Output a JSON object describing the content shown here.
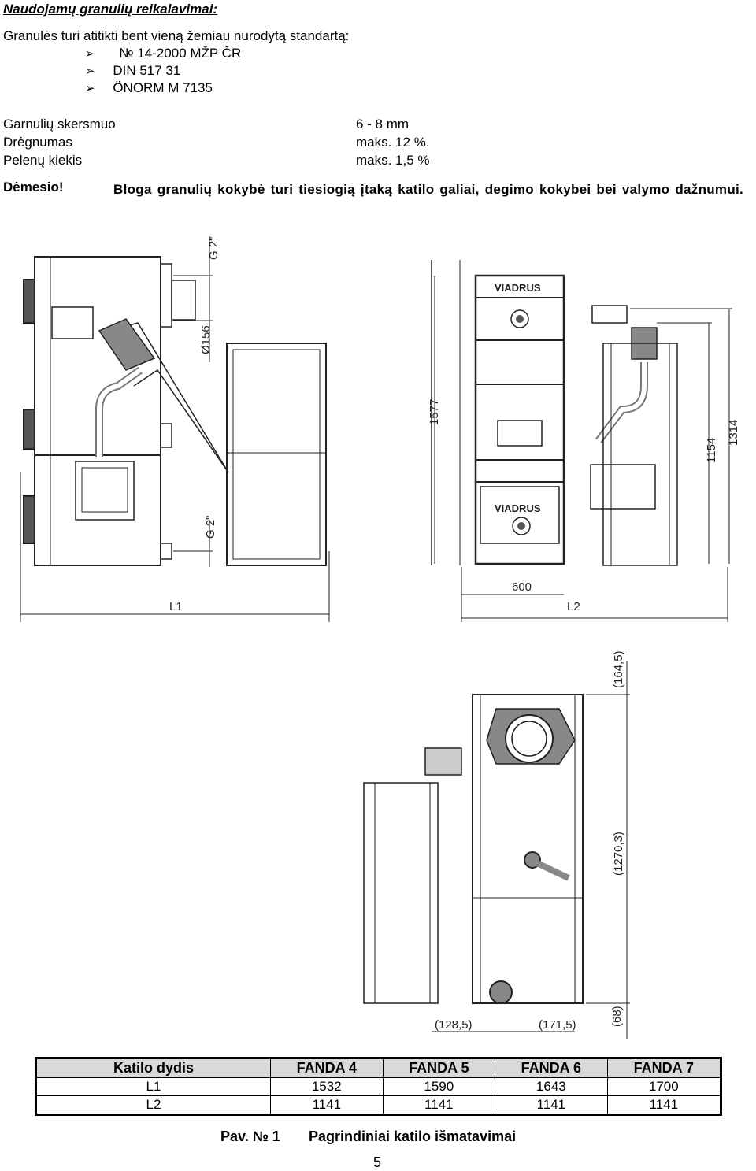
{
  "heading": "Naudojamų granulių reikalavimai:",
  "intro": "Granulės turi atitikti bent vieną žemiau nurodytą standartą:",
  "standards": [
    "№ 14-2000 MŽP ČR",
    "DIN 517 31",
    "ÖNORM M 7135"
  ],
  "properties": [
    {
      "name": "Garnulių skersmuo",
      "value": "6 - 8 mm"
    },
    {
      "name": "Drėgnumas",
      "value": "maks. 12 %."
    },
    {
      "name": "Pelenų kiekis",
      "value": "maks. 1,5 %"
    }
  ],
  "warning": {
    "label": "Dėmesio!",
    "text": "Bloga granulių kokybė turi tiesiogią įtaką katilo galiai, degimo kokybei bei valymo dažnumui."
  },
  "drawing": {
    "side": {
      "g_top": "G 2\"",
      "diameter": "Ø156",
      "g_bottom": "G 2\"",
      "l1": "L1"
    },
    "front": {
      "brand_top": "VIADRUS",
      "brand_bottom": "VIADRUS",
      "d_600": "600",
      "d_1577": "1577",
      "d_1154": "1154",
      "d_1314": "1314",
      "l2": "L2"
    },
    "top": {
      "d_164_5": "(164,5)",
      "d_1270_3": "(1270,3)",
      "d_128_5": "(128,5)",
      "d_171_5": "(171,5)",
      "d_68": "(68)"
    }
  },
  "table": {
    "headers": [
      "Katilo dydis",
      "FANDA 4",
      "FANDA 5",
      "FANDA 6",
      "FANDA 7"
    ],
    "rows": [
      [
        "L1",
        "1532",
        "1590",
        "1643",
        "1700"
      ],
      [
        "L2",
        "1141",
        "1141",
        "1141",
        "1141"
      ]
    ]
  },
  "caption": {
    "label": "Pav. № 1",
    "text": "Pagrindiniai katilo išmatavimai"
  },
  "page_number": "5"
}
